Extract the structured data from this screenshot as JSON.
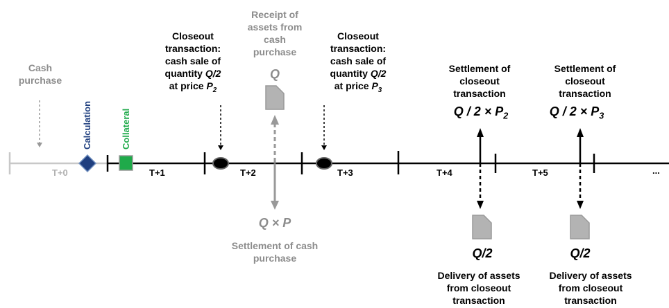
{
  "colors": {
    "timeline": "#000000",
    "timeline_past": "#c8c8c8",
    "calculation": "#1f3f7f",
    "collateral": "#1faa4a",
    "gray_text": "#8c8c8c",
    "doc_fill": "#b3b3b3"
  },
  "labels": {
    "cash_purchase": "Cash\npurchase",
    "calculation": "Calculation",
    "collateral": "Collateral",
    "closeout1": "Closeout\ntransaction:\ncash sale of\nquantity Q/2\nat price P2",
    "receipt": "Receipt of\nassets from\ncash\npurchase",
    "receipt_q": "Q",
    "closeout2": "Closeout\ntransaction:\ncash sale of\nquantity Q/2\nat price P3",
    "settle_close1": "Settlement of\ncloseout\ntransaction",
    "settle_close1_expr": "Q / 2 × P2",
    "settle_close2": "Settlement of\ncloseout\ntransaction",
    "settle_close2_expr": "Q / 2 × P3",
    "qp": "Q × P",
    "settle_cash": "Settlement of cash\npurchase",
    "delivery1_q": "Q/2",
    "delivery1": "Delivery of assets\nfrom closeout\ntransaction",
    "delivery2_q": "Q/2",
    "delivery2": "Delivery of assets\nfrom closeout\ntransaction",
    "ellipsis": "..."
  },
  "ticks": [
    "T+0",
    "T+1",
    "T+2",
    "T+3",
    "T+4",
    "T+5"
  ]
}
